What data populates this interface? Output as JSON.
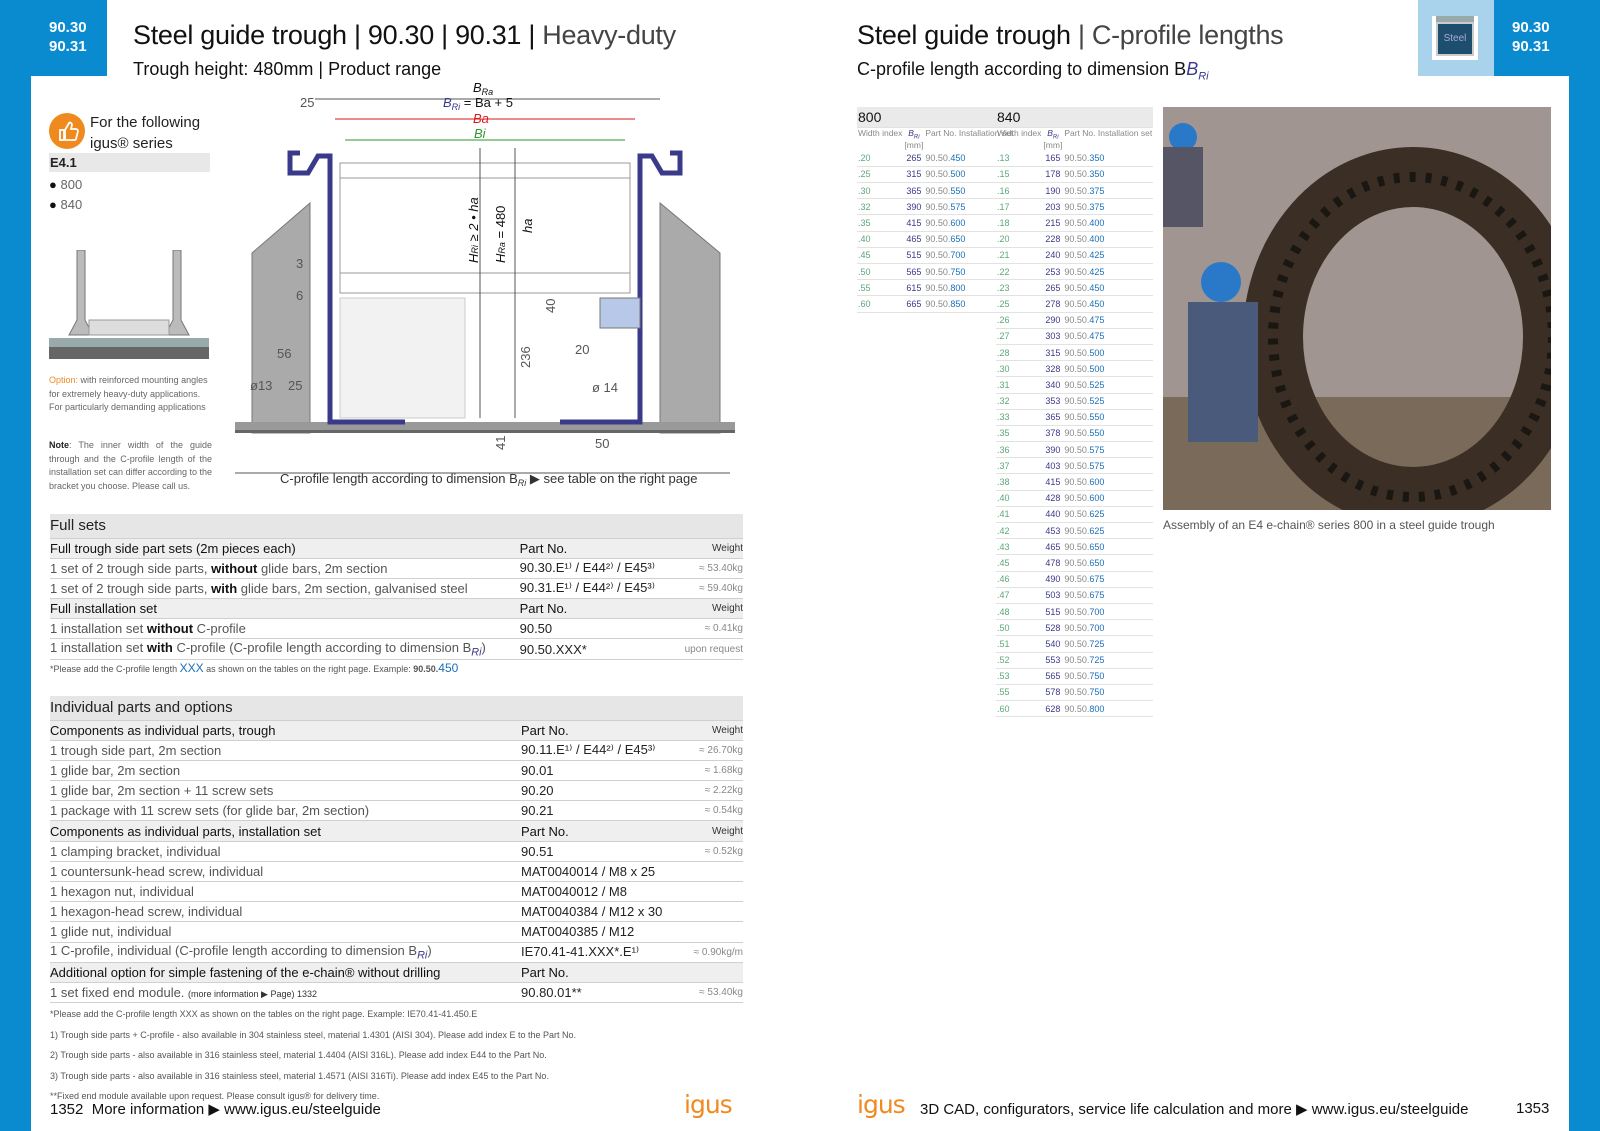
{
  "left": {
    "tab": [
      "90.30",
      "90.31"
    ],
    "title_main": "Steel guide trough",
    "title_sep1": " | 90.30 | 90.31 | ",
    "title_light": "Heavy-duty",
    "subtitle": "Trough height: 480mm | Product range",
    "series_box": {
      "label": "For the following igus® series",
      "heading": "E4.1",
      "items": [
        "800",
        "840"
      ]
    },
    "option_label": "Option:",
    "option_text": "with reinforced mounting angles for extremely heavy-duty applications. For particularly demanding applications",
    "note_label": "Note",
    "note_text": ": The inner width of the guide through and the C-profile length of the installation set can differ according to the bracket you choose. Please call us.",
    "drawing": {
      "bra": "B",
      "bra_sub": "Ra",
      "eq_bri": "B",
      "eq_bri_sub": "Ri",
      "eq_rest": " = Ba + 5",
      "ba": "Ba",
      "bi": "Bi",
      "dim25a": "25",
      "hri": "H",
      "hri_sub": "Ri",
      "hri_rest": " ≥ 2 • ha",
      "hra": "H",
      "hra_sub": "Ra",
      "hra_rest": " = 480",
      "ha": "ha",
      "d3": "3",
      "d6": "6",
      "d56": "56",
      "d13": "ø13",
      "d25b": "25",
      "d40": "40",
      "d236": "236",
      "d20": "20",
      "d14": "ø 14",
      "d41": "41",
      "d50": "50",
      "caption": "C-profile length according to dimension B",
      "caption_sub": "Ri",
      "caption_rest": " ▶ see table on the right page"
    },
    "full_sets": {
      "section": "Full sets",
      "header": [
        "Full trough side part sets (2m pieces each)",
        "Part No.",
        "Weight"
      ],
      "rows": [
        {
          "pre": "1 set of 2 trough side parts, ",
          "bold": "without",
          "post": " glide bars, 2m section",
          "part": "90.30.E¹⁾ / E44²⁾ / E45³⁾",
          "weight": "≈ 53.40kg"
        },
        {
          "pre": "1 set of 2 trough side parts, ",
          "bold": "with",
          "post": " glide bars, 2m section, galvanised steel",
          "part": "90.31.E¹⁾ / E44²⁾ / E45³⁾",
          "weight": "≈ 59.40kg"
        }
      ],
      "inst_header": [
        "Full installation set",
        "Part No.",
        "Weight"
      ],
      "inst_rows": [
        {
          "pre": "1 installation set ",
          "bold": "without",
          "post": " C-profile",
          "part": "90.50",
          "weight": "≈ 0.41kg"
        },
        {
          "pre": "1 installation set ",
          "bold": "with",
          "post": " C-profile (C-profile length according to dimension B",
          "sub": "Ri",
          "post2": ")",
          "part": "90.50.XXX*",
          "weight": "upon request"
        }
      ],
      "footnote_pre": "*Please add the C-profile length ",
      "footnote_xxx": "XXX",
      "footnote_mid": " as shown on the tables on the right page. Example: ",
      "footnote_ex": "90.50.",
      "footnote_ex2": "450"
    },
    "individual": {
      "section": "Individual parts and options",
      "header1": [
        "Components as individual parts, trough",
        "Part No.",
        "Weight"
      ],
      "rows1": [
        {
          "desc": "1 trough side part, 2m section",
          "part": "90.11.E¹⁾ / E44²⁾ / E45³⁾",
          "weight": "≈ 26.70kg"
        },
        {
          "desc": "1 glide bar, 2m section",
          "part": "90.01",
          "weight": "≈ 1.68kg"
        },
        {
          "desc": "1 glide bar, 2m section + 11 screw sets",
          "part": "90.20",
          "weight": "≈ 2.22kg"
        },
        {
          "desc": "1 package with 11 screw sets (for glide bar, 2m section)",
          "part": "90.21",
          "weight": "≈ 0.54kg"
        }
      ],
      "header2": [
        "Components as individual parts, installation set",
        "Part No.",
        "Weight"
      ],
      "rows2": [
        {
          "desc": "1 clamping bracket, individual",
          "part": "90.51",
          "weight": "≈ 0.52kg"
        },
        {
          "desc": "1 countersunk-head screw, individual",
          "part": "MAT0040014 / M8 x 25",
          "weight": ""
        },
        {
          "desc": "1 hexagon nut, individual",
          "part": "MAT0040012 / M8",
          "weight": ""
        },
        {
          "desc": "1 hexagon-head screw, individual",
          "part": "MAT0040384 / M12 x 30",
          "weight": ""
        },
        {
          "desc": "1 glide nut, individual",
          "part": "MAT0040385 / M12",
          "weight": ""
        },
        {
          "desc": "1 C-profile, individual (C-profile length according to dimension B",
          "sub": "Ri",
          "desc2": ")",
          "part": "IE70.41-41.XXX*.E¹⁾",
          "weight": "≈ 0.90kg/m"
        }
      ],
      "header3": [
        "Additional option for simple fastening of the e-chain® without drilling",
        "Part No.",
        ""
      ],
      "rows3": [
        {
          "desc": "1 set fixed end module. ",
          "desc_small": "(more information ▶ Page) 1332",
          "part": "90.80.01**",
          "weight": "≈ 53.40kg"
        }
      ],
      "footnotes": [
        "*Please add the C-profile length XXX as shown on the tables on the right page. Example: IE70.41-41.450.E",
        "1) Trough side parts + C-profile - also available in 304 stainless steel, material 1.4301 (AISI 304). Please add index E to the Part No.",
        "2) Trough side parts - also available in 316 stainless steel, material 1.4404 (AISI 316L). Please add index E44 to the Part No.",
        "3) Trough side parts - also available in 316 stainless steel, material 1.4571 (AISI 316Ti). Please add index E45 to the Part No.",
        "**Fixed end module available upon request. Please consult igus® for delivery time."
      ]
    },
    "page_number": "1352",
    "more_info": "More information ▶ www.igus.eu/steelguide",
    "logo": "igus"
  },
  "right": {
    "tab": [
      "90.30",
      "90.31"
    ],
    "steel_label": "Steel",
    "title_main": "Steel guide trough",
    "title_sep": " | ",
    "title_light": "C-profile lengths",
    "subtitle": "C-profile length according to dimension B",
    "subtitle_sub": "Ri",
    "table_headers": [
      "Width index",
      "B",
      "Part No. Installation set"
    ],
    "bri_header": "Ri",
    "bri_unit": "[mm]",
    "t800": {
      "title": "800",
      "rows": [
        [
          ".20",
          "265",
          "90.50.",
          "450"
        ],
        [
          ".25",
          "315",
          "90.50.",
          "500"
        ],
        [
          ".30",
          "365",
          "90.50.",
          "550"
        ],
        [
          ".32",
          "390",
          "90.50.",
          "575"
        ],
        [
          ".35",
          "415",
          "90.50.",
          "600"
        ],
        [
          ".40",
          "465",
          "90.50.",
          "650"
        ],
        [
          ".45",
          "515",
          "90.50.",
          "700"
        ],
        [
          ".50",
          "565",
          "90.50.",
          "750"
        ],
        [
          ".55",
          "615",
          "90.50.",
          "800"
        ],
        [
          ".60",
          "665",
          "90.50.",
          "850"
        ]
      ]
    },
    "t840": {
      "title": "840",
      "rows": [
        [
          ".13",
          "165",
          "90.50.",
          "350"
        ],
        [
          ".15",
          "178",
          "90.50.",
          "350"
        ],
        [
          ".16",
          "190",
          "90.50.",
          "375"
        ],
        [
          ".17",
          "203",
          "90.50.",
          "375"
        ],
        [
          ".18",
          "215",
          "90.50.",
          "400"
        ],
        [
          ".20",
          "228",
          "90.50.",
          "400"
        ],
        [
          ".21",
          "240",
          "90.50.",
          "425"
        ],
        [
          ".22",
          "253",
          "90.50.",
          "425"
        ],
        [
          ".23",
          "265",
          "90.50.",
          "450"
        ],
        [
          ".25",
          "278",
          "90.50.",
          "450"
        ],
        [
          ".26",
          "290",
          "90.50.",
          "475"
        ],
        [
          ".27",
          "303",
          "90.50.",
          "475"
        ],
        [
          ".28",
          "315",
          "90.50.",
          "500"
        ],
        [
          ".30",
          "328",
          "90.50.",
          "500"
        ],
        [
          ".31",
          "340",
          "90.50.",
          "525"
        ],
        [
          ".32",
          "353",
          "90.50.",
          "525"
        ],
        [
          ".33",
          "365",
          "90.50.",
          "550"
        ],
        [
          ".35",
          "378",
          "90.50.",
          "550"
        ],
        [
          ".36",
          "390",
          "90.50.",
          "575"
        ],
        [
          ".37",
          "403",
          "90.50.",
          "575"
        ],
        [
          ".38",
          "415",
          "90.50.",
          "600"
        ],
        [
          ".40",
          "428",
          "90.50.",
          "600"
        ],
        [
          ".41",
          "440",
          "90.50.",
          "625"
        ],
        [
          ".42",
          "453",
          "90.50.",
          "625"
        ],
        [
          ".43",
          "465",
          "90.50.",
          "650"
        ],
        [
          ".45",
          "478",
          "90.50.",
          "650"
        ],
        [
          ".46",
          "490",
          "90.50.",
          "675"
        ],
        [
          ".47",
          "503",
          "90.50.",
          "675"
        ],
        [
          ".48",
          "515",
          "90.50.",
          "700"
        ],
        [
          ".50",
          "528",
          "90.50.",
          "700"
        ],
        [
          ".51",
          "540",
          "90.50.",
          "725"
        ],
        [
          ".52",
          "553",
          "90.50.",
          "725"
        ],
        [
          ".53",
          "565",
          "90.50.",
          "750"
        ],
        [
          ".55",
          "578",
          "90.50.",
          "750"
        ],
        [
          ".60",
          "628",
          "90.50.",
          "800"
        ]
      ]
    },
    "photo_caption": "Assembly of an E4 e-chain® series 800 in a steel guide trough",
    "page_number": "1353",
    "footer_text": "3D CAD, configurators, service life calculation and more ▶ www.igus.eu/steelguide",
    "logo": "igus"
  }
}
